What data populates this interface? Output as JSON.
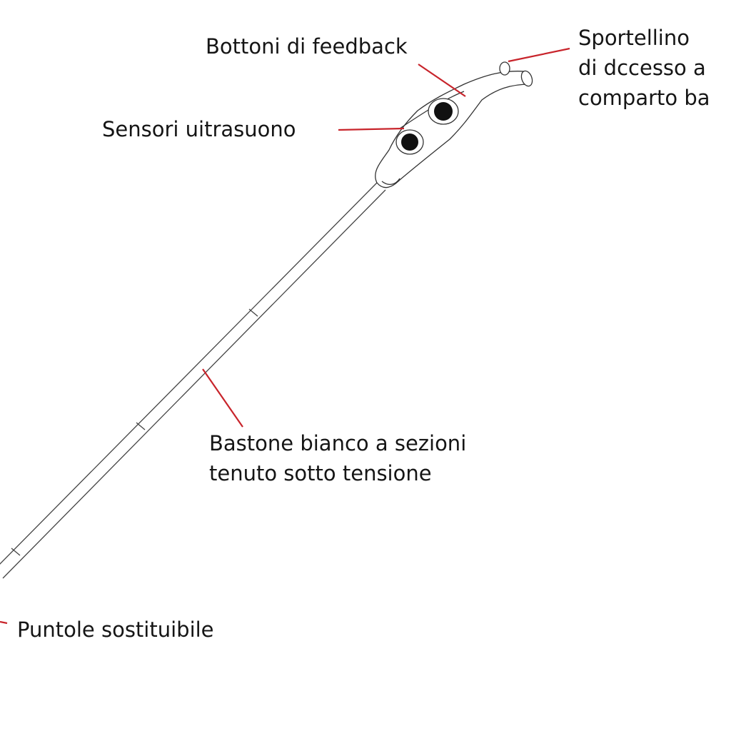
{
  "labels": {
    "feedback_buttons": "Bottoni di feedback",
    "battery_door": [
      "Sportellino",
      "di dccesso a",
      "comparto ba"
    ],
    "ultrasound_sensors": "Sensori uitrasuono",
    "cane": [
      "Bastone bianco a sezioni",
      "tenuto sotto tensione"
    ],
    "tip": "Puntole sostituibile"
  },
  "colors": {
    "leader": "#c8242b",
    "outline": "#333333",
    "sensor": "#111111"
  }
}
